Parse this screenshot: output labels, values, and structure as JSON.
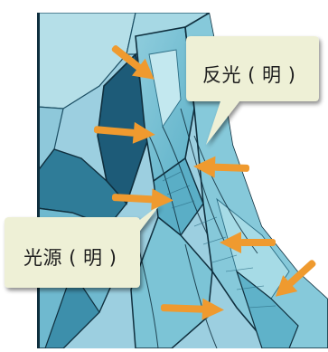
{
  "illustration": {
    "subject": "crystal-like cyan panels with dark outlines",
    "palette": {
      "background": "#ffffff",
      "cyan_light": "#a9d7e2",
      "cyan_mid": "#79c2d4",
      "cyan_deep": "#3c94ad",
      "navy": "#1c5a78",
      "outline": "#0f2f3e",
      "arrow_orange": "#ef9a2f",
      "callout_fill": "#eef0d6"
    }
  },
  "callouts": {
    "reflected_light": "反光 ( 明 )",
    "light_source": "光源 ( 明 )"
  }
}
